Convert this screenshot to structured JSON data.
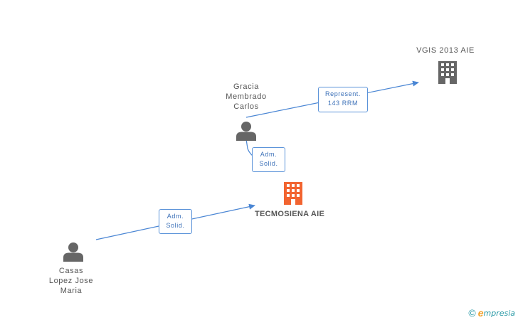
{
  "nodes": {
    "vgis": {
      "name": "VGIS 2013 AIE",
      "icon": "building-icon",
      "color": "#666666"
    },
    "tecmosiena": {
      "name": "TECMOSIENA AIE",
      "icon": "building-icon",
      "color": "#f26430"
    },
    "gracia": {
      "name_lines": [
        "Gracia",
        "Membrado",
        "Carlos"
      ],
      "icon": "person-icon",
      "color": "#666666"
    },
    "casas": {
      "name_lines": [
        "Casas",
        "Lopez Jose",
        "Maria"
      ],
      "icon": "person-icon",
      "color": "#666666"
    }
  },
  "edges": {
    "gracia_to_vgis": {
      "label_lines": [
        "Represent.",
        "143 RRM"
      ]
    },
    "gracia_to_tecmosiena": {
      "label_lines": [
        "Adm.",
        "Solid."
      ]
    },
    "casas_to_tecmosiena": {
      "label_lines": [
        "Adm.",
        "Solid."
      ]
    }
  },
  "colors": {
    "edge": "#4a86d4"
  },
  "footer": {
    "copyright": "©",
    "brand_first": "e",
    "brand_rest": "mpresia"
  }
}
